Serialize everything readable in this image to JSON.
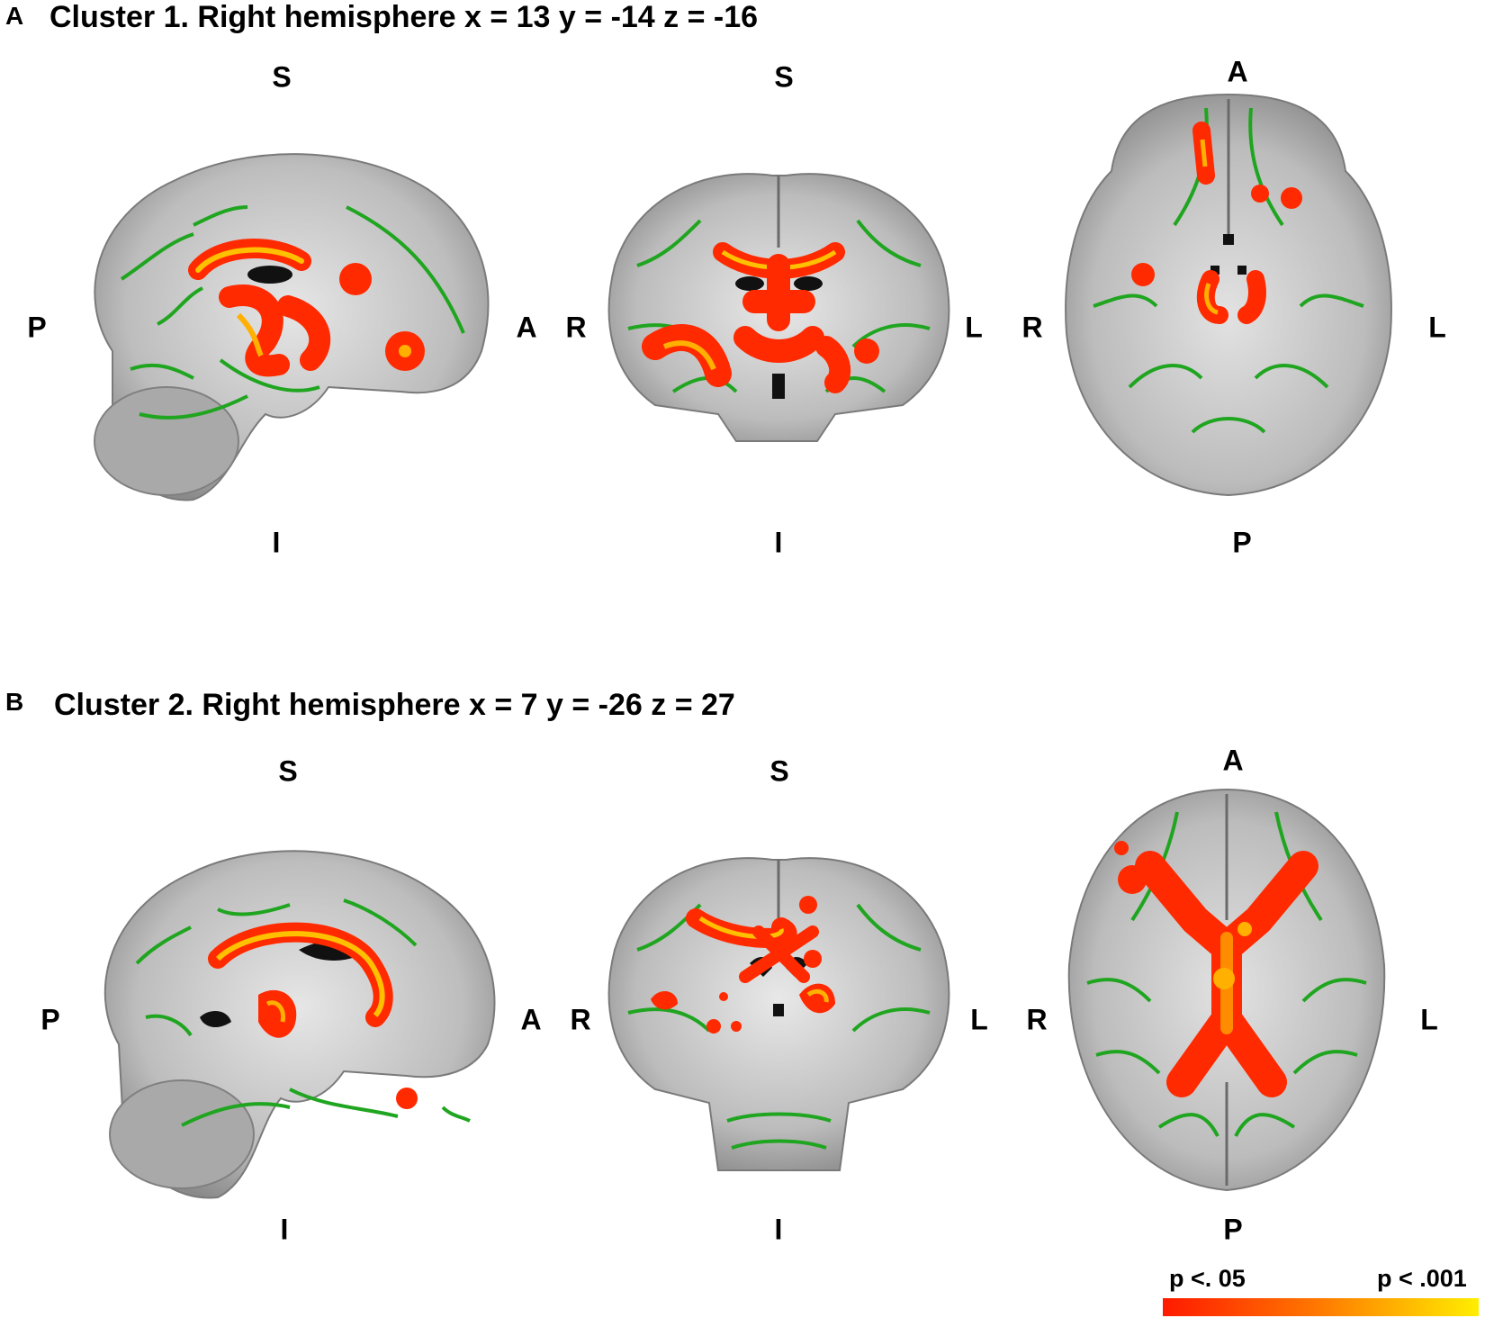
{
  "panels": [
    {
      "letter": "A",
      "title": "Cluster 1. Right hemisphere x = 13 y = -14 z = -16",
      "views": {
        "sagittal": {
          "top": "S",
          "bottom": "I",
          "left": "P",
          "right": "A"
        },
        "coronal": {
          "top": "S",
          "bottom": "I",
          "left": "R",
          "right": "L"
        },
        "axial": {
          "top": "A",
          "bottom": "P",
          "left": "R",
          "right": "L"
        }
      }
    },
    {
      "letter": "B",
      "title": "Cluster 2. Right hemisphere x = 7 y = -26 z = 27",
      "views": {
        "sagittal": {
          "top": "S",
          "bottom": "I",
          "left": "P",
          "right": "A"
        },
        "coronal": {
          "top": "S",
          "bottom": "I",
          "left": "R",
          "right": "L"
        },
        "axial": {
          "top": "A",
          "bottom": "P",
          "left": "R",
          "right": "L"
        }
      }
    }
  ],
  "legend": {
    "low_label": "p <. 05",
    "high_label": "p < .001",
    "colors": {
      "low": "#ff1a00",
      "mid": "#ff7a00",
      "high": "#ffee00"
    }
  },
  "colors": {
    "skeleton": "#1fa51f",
    "cluster": "#ff2a00",
    "cluster_core": "#ffb400",
    "brain_light": "#d9d9d9",
    "brain_dark": "#8c8c8c"
  }
}
